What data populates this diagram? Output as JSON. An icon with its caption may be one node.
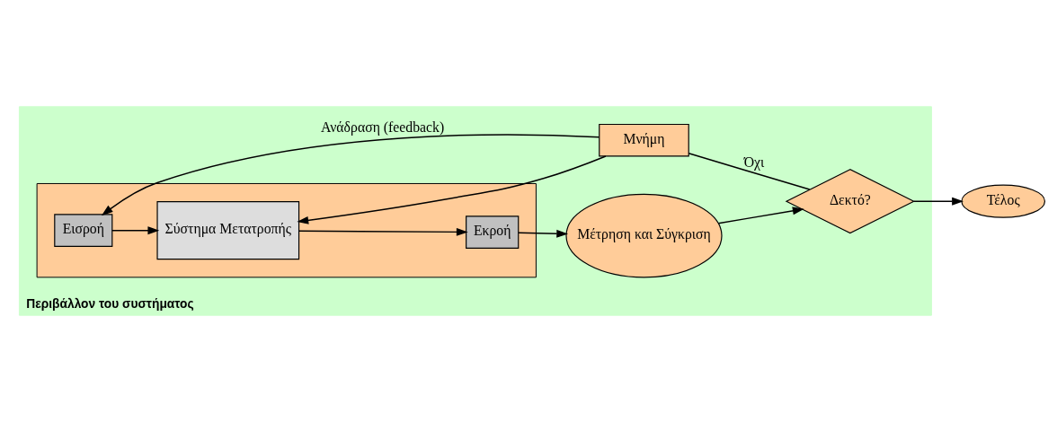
{
  "diagram": {
    "nodes": [
      {
        "text": [
          "Περιβάλλον του συστήματος"
        ]
      },
      {
        "text": [],
        "shape": "box",
        "in": 0
      },
      {
        "text": [
          "Εισροή"
        ],
        "in": 1
      },
      {
        "text": [
          "Σύστημα Μετατροπής"
        ],
        "in": 1
      },
      {
        "text": [
          "Εκροή"
        ],
        "in": 1
      },
      {
        "text": [
          "Μέτρηση και Σύγκριση"
        ],
        "in": 0
      },
      {
        "text": [
          "Δεκτό?"
        ],
        "in": 0
      },
      {
        "text": [
          "Μνήμη"
        ],
        "in": 0
      },
      {
        "text": [
          "Τέλος"
        ]
      }
    ],
    "edges": [
      {
        "from": 2,
        "to": 3,
        "arrow": "to"
      },
      {
        "from": 3,
        "to": 4,
        "arrow": "to"
      },
      {
        "from": 4,
        "to": 5,
        "arrow": "to"
      },
      {
        "from": 5,
        "to": 6,
        "arrow": "to"
      },
      {
        "from": 6,
        "to": 8,
        "arrow": "to"
      },
      {
        "from": 6,
        "to": 7,
        "arrow": "none",
        "label": "Όχι"
      },
      {
        "from": 7,
        "to": 2,
        "arrow": "to",
        "label": "Ανάδραση (feedback)"
      },
      {
        "from": 7,
        "to": 3,
        "arrow": "to"
      }
    ]
  }
}
